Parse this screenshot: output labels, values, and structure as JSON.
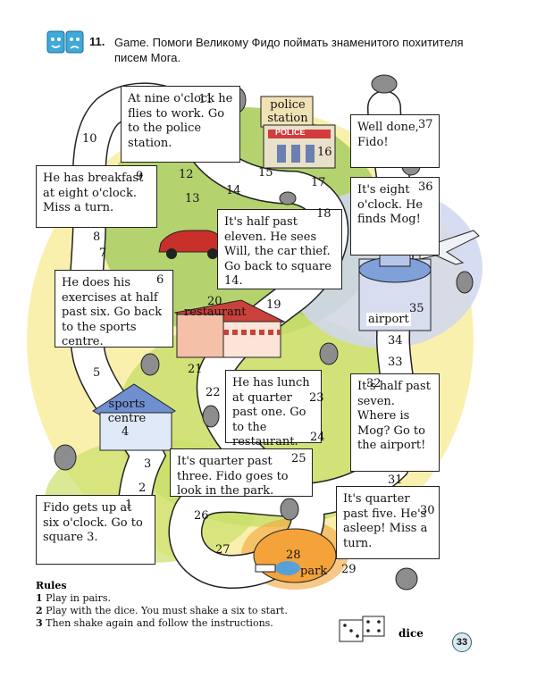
{
  "header": {
    "number": "11.",
    "text": "Game. Помоги Великому Фидо поймать знаменитого похитителя писем Мога."
  },
  "cards": [
    {
      "id": "c11",
      "num": "11",
      "text": "At nine o'clock he flies to work. Go to the police station."
    },
    {
      "id": "c9",
      "num": "9",
      "text": "He has breakfast at eight o'clock. Miss a turn."
    },
    {
      "id": "c6",
      "num": "6",
      "text": "He does his exercises at half past six. Go back to the sports centre."
    },
    {
      "id": "c1",
      "num": "1",
      "text": "Fido gets up at six o'clock. Go to square 3."
    },
    {
      "id": "c18",
      "num": "18",
      "text": "It's half past eleven. He sees Will, the car thief. Go back to square 14."
    },
    {
      "id": "c23",
      "num": "23",
      "text": "He has lunch at quarter past one. Go to the restaurant."
    },
    {
      "id": "c25",
      "num": "25",
      "text": "It's quarter past three. Fido goes to look in the park."
    },
    {
      "id": "c37",
      "num": "37",
      "text": "Well done, Fido!"
    },
    {
      "id": "c36",
      "num": "36",
      "text": "It's eight o'clock. He finds Mog!"
    },
    {
      "id": "c32",
      "num": "32",
      "text": "It's half past seven. Where is Mog? Go to the airport!"
    },
    {
      "id": "c30",
      "num": "30",
      "text": "It's quarter past five. He's asleep! Miss a turn."
    }
  ],
  "squares": [
    "2",
    "3",
    "5",
    "7",
    "8",
    "10",
    "12",
    "13",
    "14",
    "15",
    "16",
    "17",
    "19",
    "20",
    "21",
    "22",
    "24",
    "26",
    "27",
    "28",
    "29",
    "31",
    "33",
    "34",
    "35"
  ],
  "places": {
    "police": "police station",
    "police_sign": "POLICE",
    "restaurant": "restaurant",
    "sports": "sports centre",
    "sports_num": "4",
    "airport": "airport",
    "park": "park"
  },
  "rules": {
    "title": "Rules",
    "items": [
      {
        "n": "1",
        "text": "Play in pairs."
      },
      {
        "n": "2",
        "text": "Play with the dice. You must shake a six to start."
      },
      {
        "n": "3",
        "text": "Then shake again and follow the instructions."
      }
    ]
  },
  "dice_label": "dice",
  "page_number": "33",
  "colors": {
    "grass": "#9cc95a",
    "meadow": "#c9df6a",
    "sun": "#f5e46b",
    "sky": "#cfd7f0",
    "track": "#ffffff",
    "fire": "#f3a33a",
    "roof_red": "#c9413a",
    "roof_blue": "#6f8fd0"
  }
}
